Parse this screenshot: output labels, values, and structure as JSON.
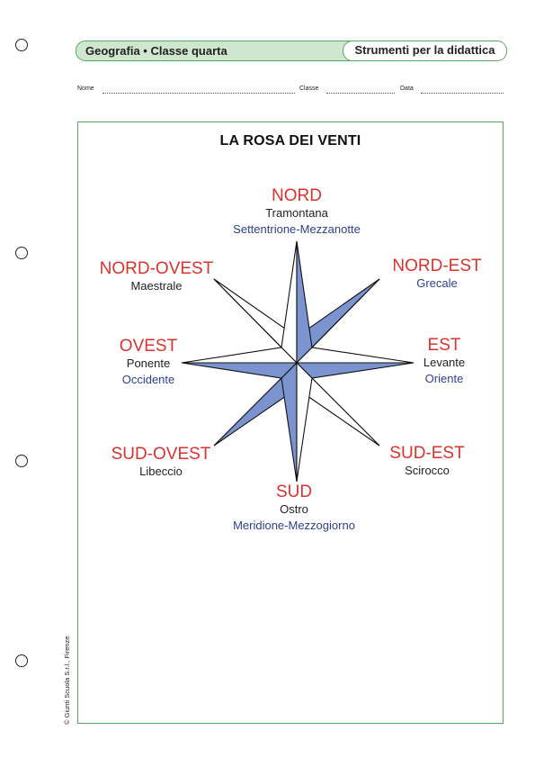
{
  "header": {
    "subject": "Geografia • Classe quarta",
    "tools": "Strumenti per la didattica",
    "accent_color": "#5aa75e"
  },
  "fields": {
    "name_label": "Nome",
    "class_label": "Classe",
    "date_label": "Data"
  },
  "title": "LA ROSA DEI VENTI",
  "directions": {
    "nord": {
      "name": "NORD",
      "wind": "Tramontana",
      "alt": "Settentrione-Mezzanotte"
    },
    "nord_est": {
      "name": "NORD-EST",
      "alt": "Grecale"
    },
    "est": {
      "name": "EST",
      "wind": "Levante",
      "alt": "Oriente"
    },
    "sud_est": {
      "name": "SUD-EST",
      "wind": "Scirocco"
    },
    "sud": {
      "name": "SUD",
      "wind": "Ostro",
      "alt": "Meridione-Mezzogiorno"
    },
    "sud_ovest": {
      "name": "SUD-OVEST",
      "wind": "Libeccio"
    },
    "ovest": {
      "name": "OVEST",
      "wind": "Ponente",
      "alt": "Occidente"
    },
    "nord_ovest": {
      "name": "NORD-OVEST",
      "wind": "Maestrale"
    }
  },
  "colors": {
    "direction": "#d9332e",
    "alt_name": "#2e3f8f",
    "star_fill": "#7b93cf"
  },
  "credit": "© Giunti Scuola S.r.l., Firenze"
}
